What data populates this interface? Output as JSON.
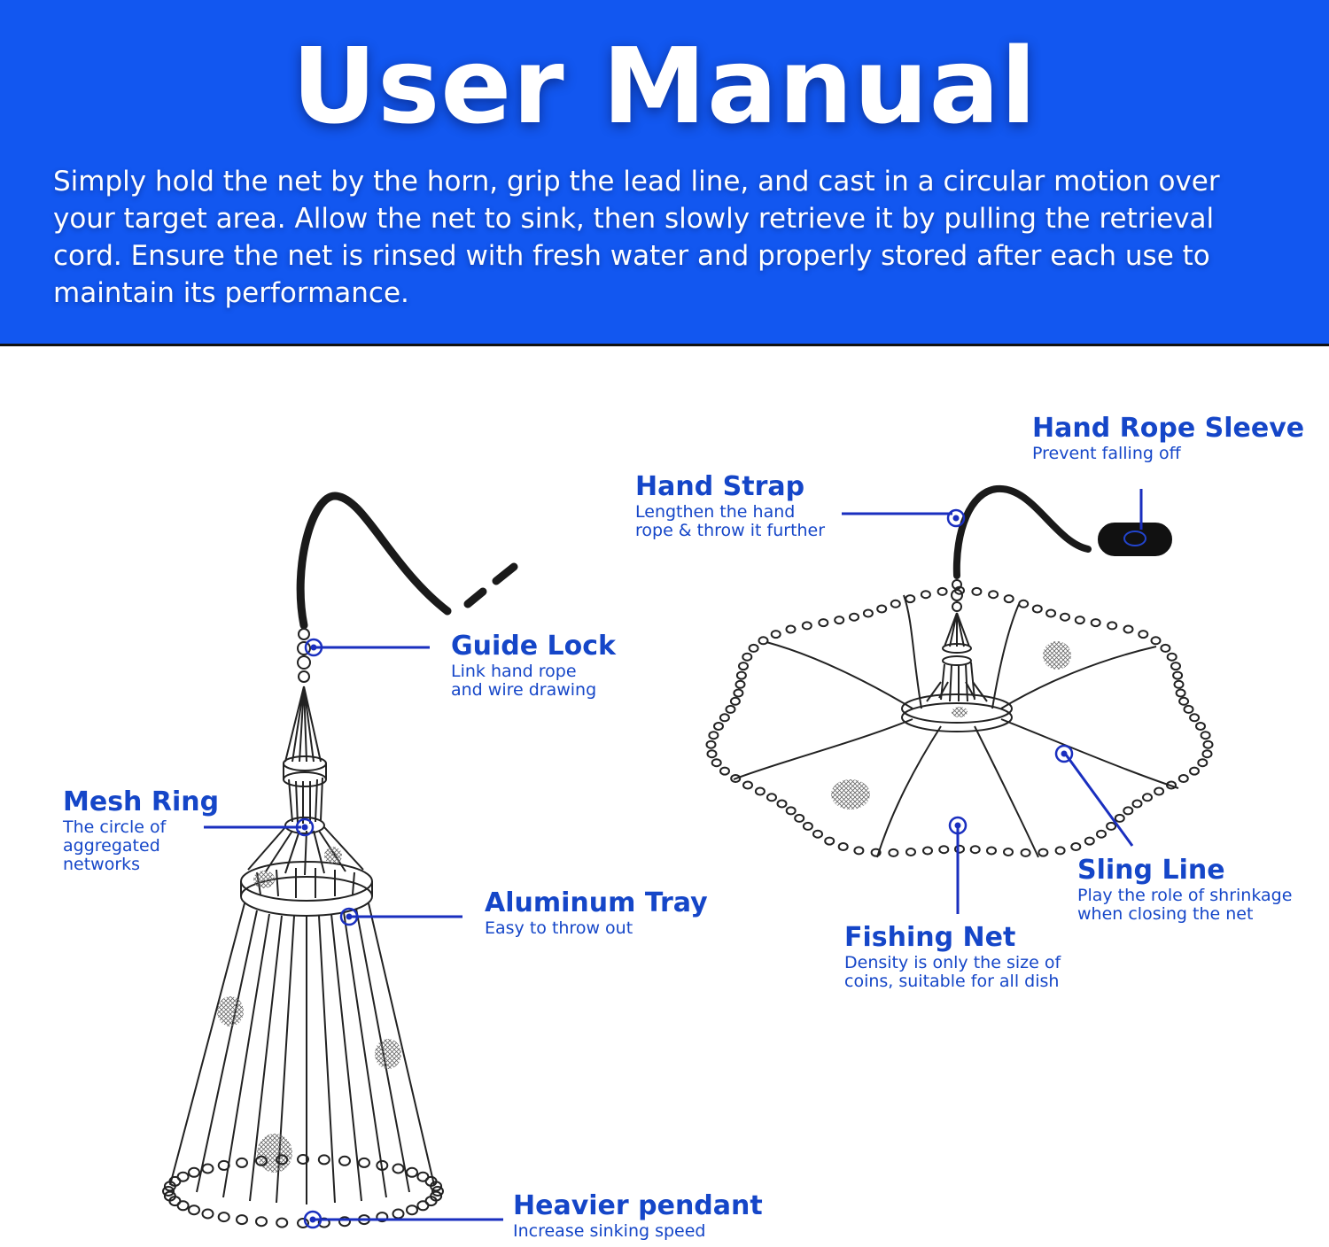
{
  "header": {
    "title": "User Manual",
    "intro": "Simply hold the net by the horn, grip the lead line, and cast in a circular motion over your target area. Allow the net to sink, then slowly retrieve it by pulling the retrieval cord. Ensure the net is rinsed with fresh water and properly stored after each use to maintain its performance."
  },
  "labels": {
    "guide_lock": {
      "title": "Guide Lock",
      "desc": "Link hand rope\nand wire drawing"
    },
    "mesh_ring": {
      "title": "Mesh Ring",
      "desc": "The circle of\naggregated\nnetworks"
    },
    "aluminum_tray": {
      "title": "Aluminum Tray",
      "desc": "Easy to throw out"
    },
    "heavier_pendant": {
      "title": "Heavier pendant",
      "desc": "Increase sinking speed"
    },
    "hand_strap": {
      "title": "Hand Strap",
      "desc": "Lengthen the hand\nrope & throw it further"
    },
    "hand_rope_sleeve": {
      "title": "Hand Rope Sleeve",
      "desc": "Prevent falling off"
    },
    "sling_line": {
      "title": "Sling Line",
      "desc": "Play the role of shrinkage\nwhen closing the net"
    },
    "fishing_net": {
      "title": "Fishing Net",
      "desc": "Density is only the size of\ncoins, suitable for all dish"
    }
  },
  "colors": {
    "header_bg": "#1257f0",
    "label_text": "#1546c8",
    "leader_line": "#1a2fbf",
    "drawing_line": "#222222"
  }
}
